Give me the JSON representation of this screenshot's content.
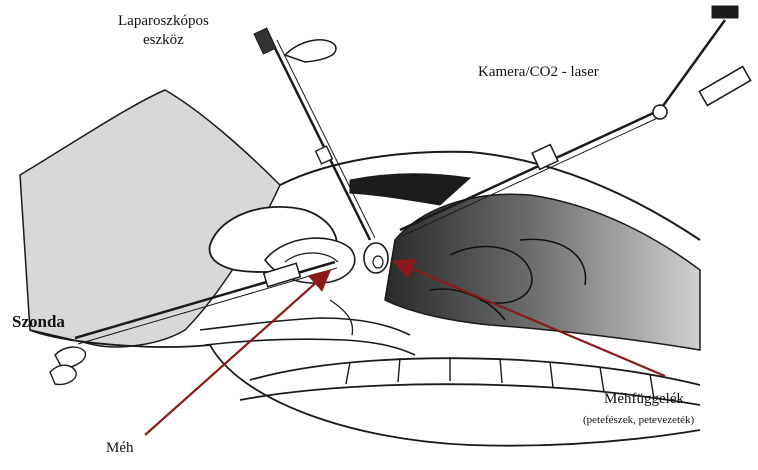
{
  "labels": {
    "laparoscopic_tool_line1": "Laparoszkópos",
    "laparoscopic_tool_line2": "eszköz",
    "camera_laser": "Kamera/CO2 - laser",
    "probe": "Szonda",
    "adnexa": "Méhfüggelék",
    "adnexa_detail": "(petefészek, petevezeték)",
    "uterus": "Méh"
  },
  "colors": {
    "arrow": "#8b1a1a",
    "outline": "#1a1a1a",
    "abdomen_fill": "#d8d8d8",
    "cavity_dark": "#1c1c1c"
  }
}
